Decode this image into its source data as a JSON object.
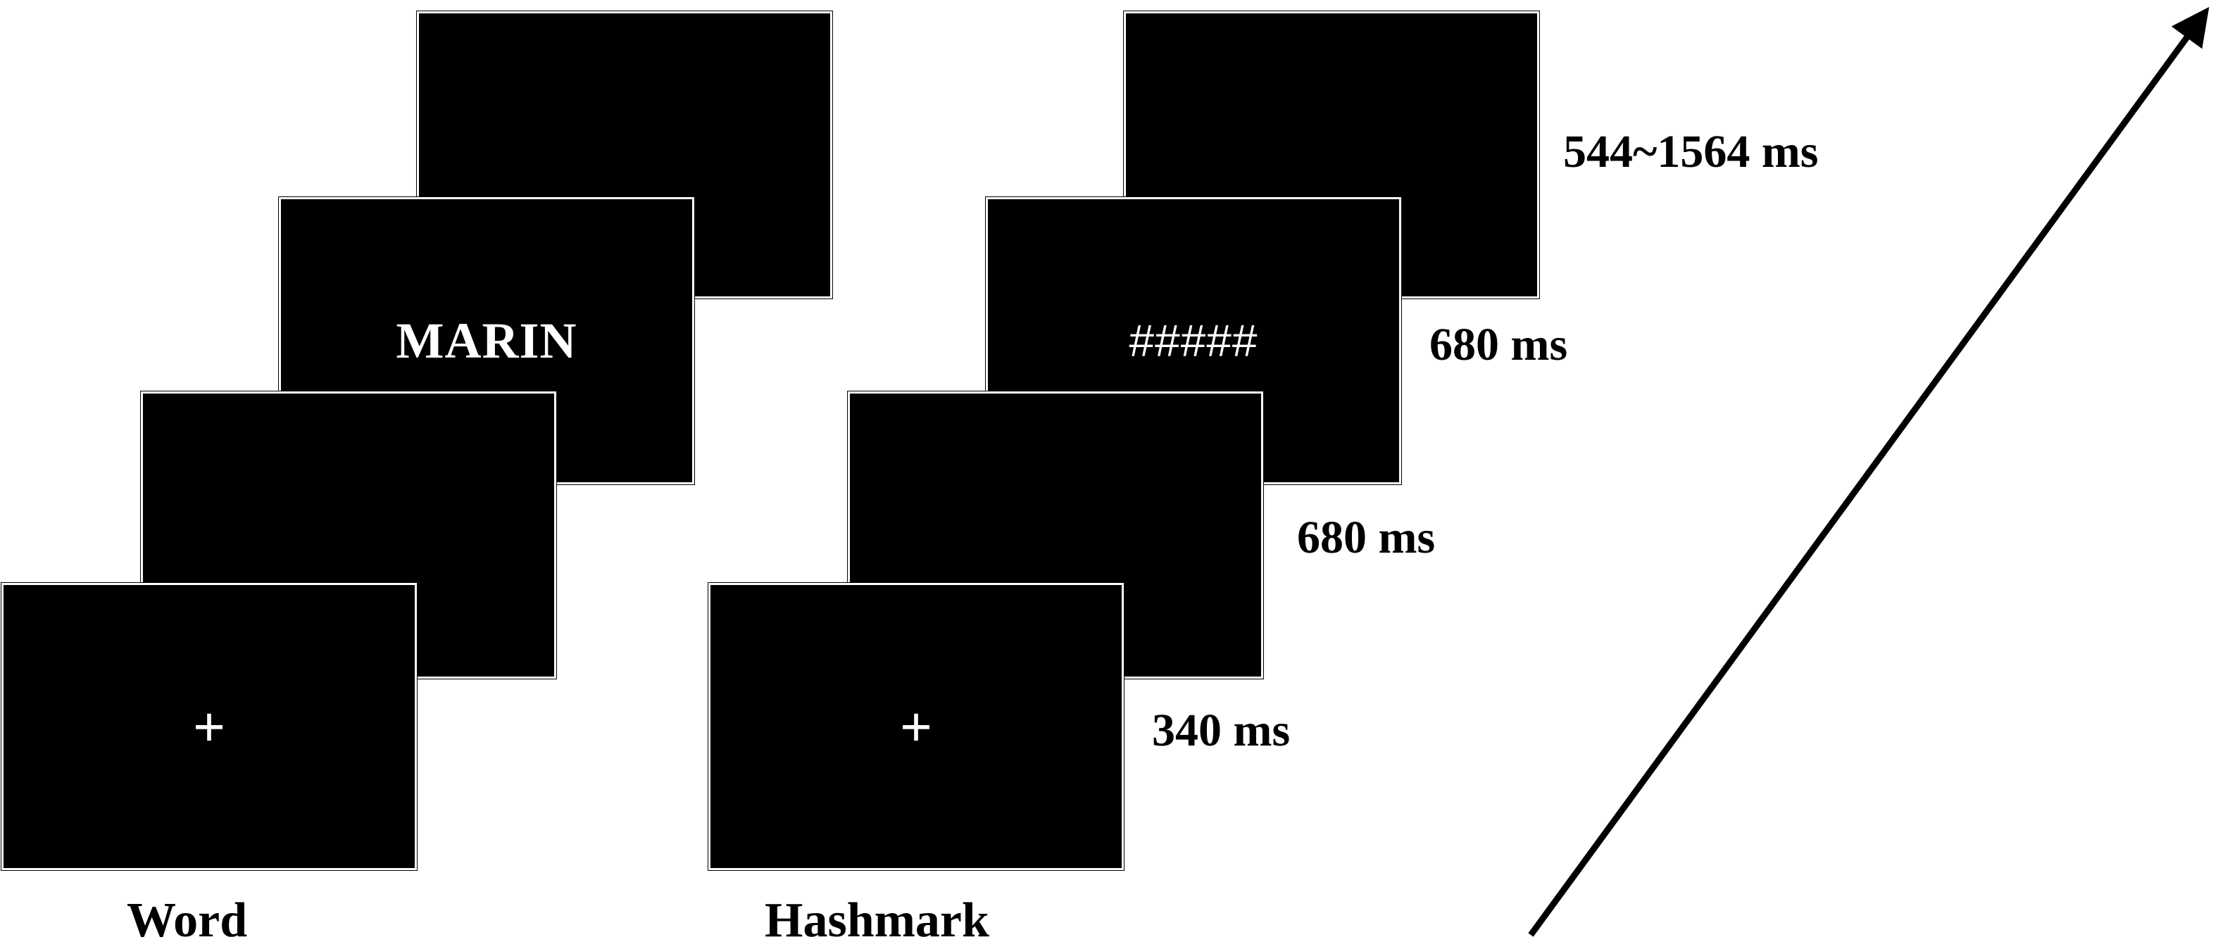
{
  "conditions": {
    "word": {
      "label": "Word",
      "fixation": "+",
      "stimulus": "MARIN"
    },
    "hashmark": {
      "label": "Hashmark",
      "fixation": "+",
      "stimulus": "#####"
    }
  },
  "durations": {
    "fixation": "340 ms",
    "blank": "680 ms",
    "stimulus": "680 ms",
    "final": "544~1564 ms"
  },
  "colors": {
    "screen": "#000000",
    "screen_text": "#ffffff",
    "label_text": "#000000",
    "arrow": "#000000"
  }
}
